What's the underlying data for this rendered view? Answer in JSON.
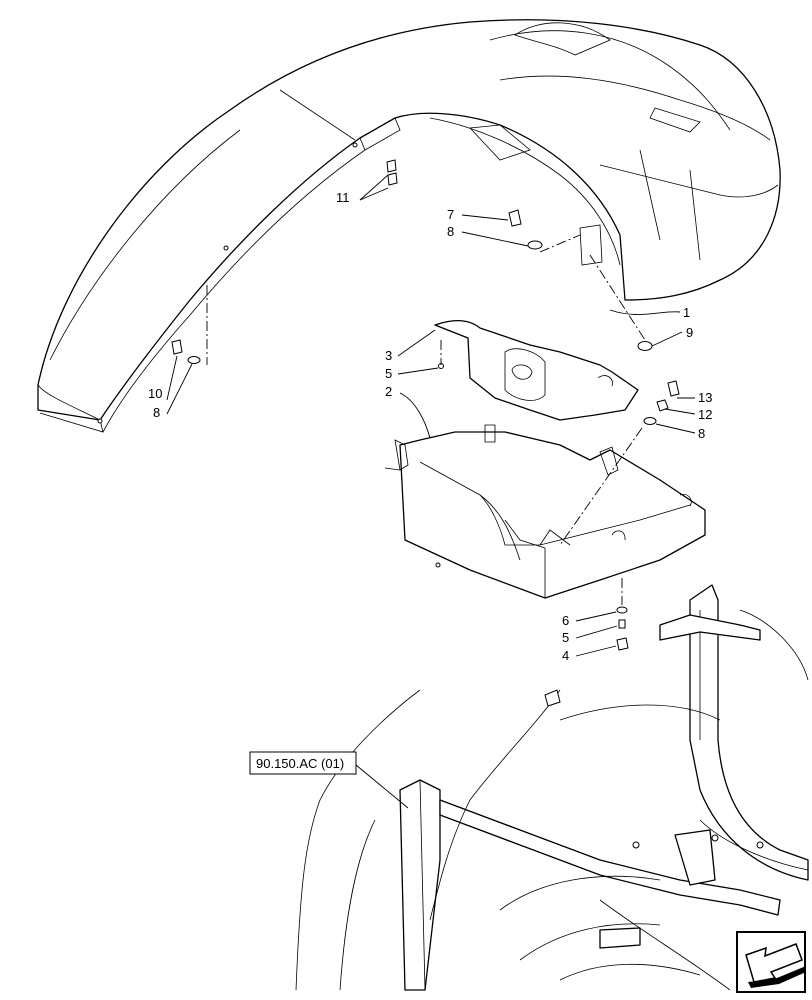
{
  "callouts": {
    "c1": "1",
    "c2": "2",
    "c3": "3",
    "c4": "4",
    "c5a": "5",
    "c5b": "5",
    "c6": "6",
    "c7": "7",
    "c8a": "8",
    "c8b": "8",
    "c8c": "8",
    "c9": "9",
    "c10": "10",
    "c11": "11",
    "c12": "12",
    "c13": "13"
  },
  "reference": {
    "label": "90.150.AC (01)"
  },
  "nav": {
    "icon": "arrow-icon"
  }
}
